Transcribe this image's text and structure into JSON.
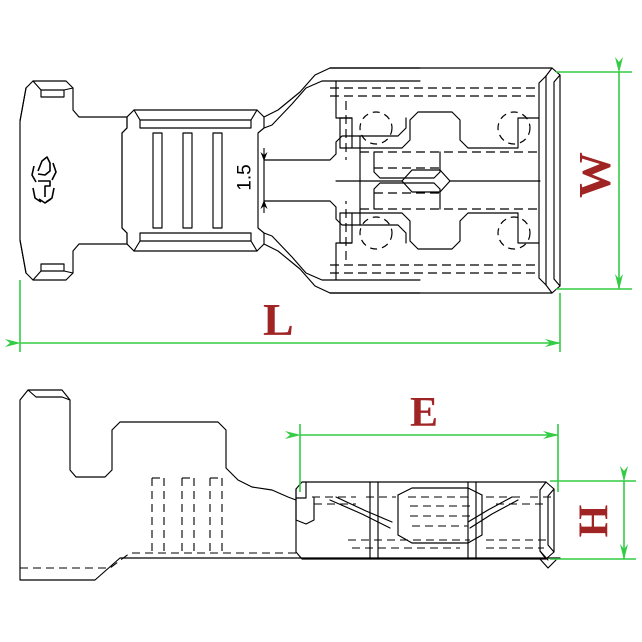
{
  "drawing": {
    "title": "Female spade terminal receptacle engineering drawing",
    "type": "technical-drawing",
    "background_color": "#ffffff",
    "line_color": "#000000",
    "dimension_line_color": "#33cc44",
    "dimension_label_color": "#a02424",
    "views": [
      {
        "name": "top-view",
        "description": "Plan view of crimp terminal with insulation barrel, wire crimp ribs and receptacle box"
      },
      {
        "name": "side-view",
        "description": "Side elevation of crimp terminal showing locking lance and receptacle height"
      }
    ]
  },
  "dimensions": {
    "length": {
      "symbol": "L",
      "view": "top-view",
      "orientation": "horizontal",
      "color": "#a02424"
    },
    "width": {
      "symbol": "W",
      "view": "top-view",
      "orientation": "vertical",
      "rotation_deg": -90,
      "color": "#a02424"
    },
    "entry": {
      "symbol": "E",
      "view": "side-view",
      "orientation": "horizontal",
      "color": "#a02424"
    },
    "height": {
      "symbol": "H",
      "view": "side-view",
      "orientation": "vertical",
      "rotation_deg": -90,
      "color": "#a02424"
    },
    "tab_thickness": {
      "value": "1.5",
      "view": "top-view",
      "orientation": "vertical",
      "rotation_deg": -90,
      "color": "#000000"
    }
  },
  "annotations": {
    "stamp_mark": {
      "name": "manufacturer-stamp-mark",
      "description": "small stamped logo glyph on insulation barrel"
    }
  }
}
